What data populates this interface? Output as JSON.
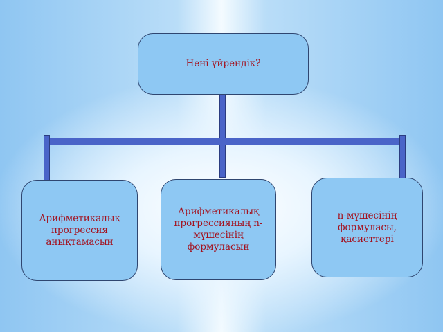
{
  "diagram": {
    "root": {
      "label": "Нені үйрендік?"
    },
    "children": [
      {
        "label": "Арифметикалық прогрессия анықтамасын"
      },
      {
        "label": "Арифметикалық прогрессияның n-мүшесінің формуласын"
      },
      {
        "label": "n-мүшесінің формуласы, қасиеттері"
      }
    ]
  },
  "colors": {
    "box_fill": "#8ec8f3",
    "text": "#a3121f",
    "connector": "#4a64c8"
  }
}
